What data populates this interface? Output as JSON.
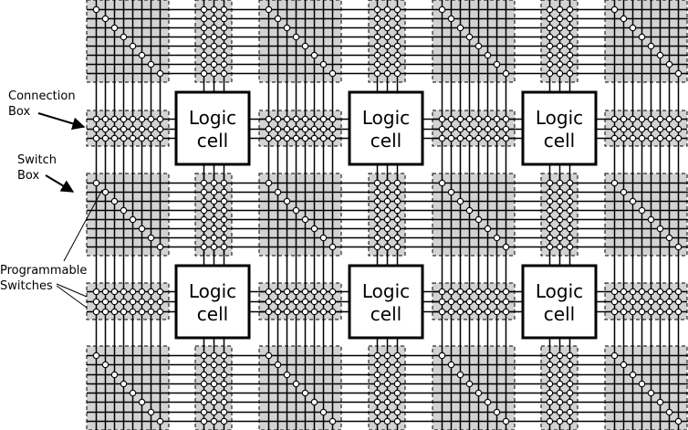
{
  "diagram": {
    "logic_cell_text": [
      "Logic",
      "cell"
    ],
    "labels": {
      "connection_box": [
        "Connection",
        "Box"
      ],
      "switch_box": [
        "Switch",
        "Box"
      ],
      "programmable_switches": [
        "Programmable",
        "Switches"
      ]
    },
    "grid": {
      "logic_cell_rows": 2,
      "logic_cell_cols": 3,
      "wires_per_channel": 8
    },
    "colors": {
      "box_fill": "#d3d3d3",
      "wire": "#000000",
      "switch_fill": "#ffffff",
      "logic_cell_fill": "#ffffff"
    }
  }
}
